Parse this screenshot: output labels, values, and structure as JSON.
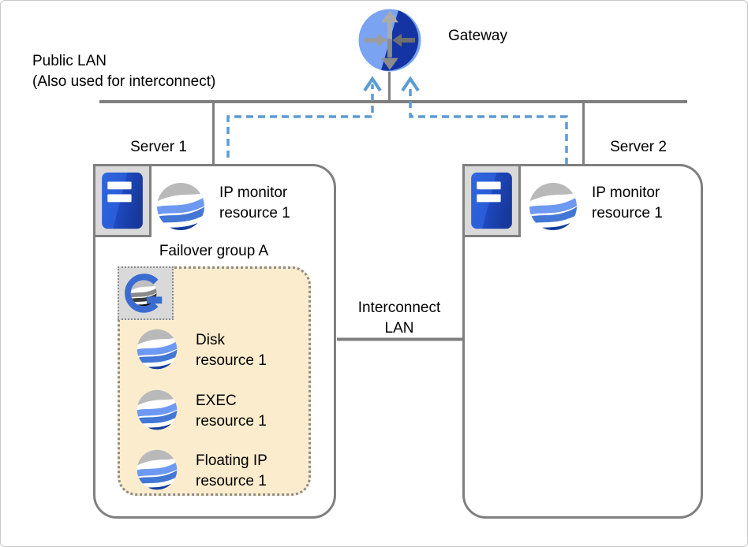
{
  "labels": {
    "public_lan_line1": "Public LAN",
    "public_lan_line2": "(Also used for interconnect)",
    "gateway": "Gateway",
    "interconnect_line1": "Interconnect",
    "interconnect_line2": "LAN"
  },
  "server1": {
    "label": "Server 1",
    "ip_monitor": {
      "line1": "IP monitor",
      "line2": "resource 1"
    },
    "failover_group": {
      "label": "Failover group A",
      "resources": [
        {
          "line1": "Disk",
          "line2": "resource 1"
        },
        {
          "line1": "EXEC",
          "line2": "resource 1"
        },
        {
          "line1": "Floating IP",
          "line2": "resource 1"
        }
      ]
    }
  },
  "server2": {
    "label": "Server 2",
    "ip_monitor": {
      "line1": "IP monitor",
      "line2": "resource 1"
    }
  },
  "colors": {
    "line_gray": "#7f7f7f",
    "dashed_blue": "#5b9bd5",
    "group_fill": "#faeccc",
    "server_blue": "#2457ce",
    "globe_gray_band": "#b9b9b9",
    "globe_blue_light": "#6e99f2",
    "globe_blue_mid": "#4377d6",
    "globe_navy": "#123f9e",
    "gateway_light": "#7aa3f2",
    "gateway_dark": "#1434a4"
  }
}
